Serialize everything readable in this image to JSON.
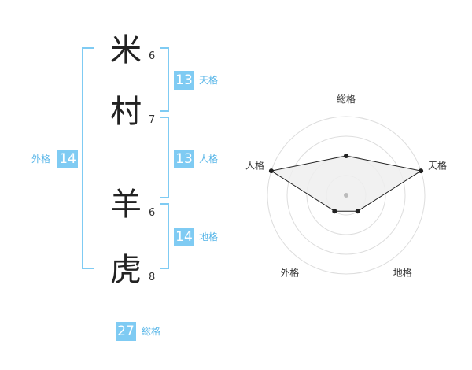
{
  "name": {
    "chars": [
      {
        "char": "米",
        "strokes": "6"
      },
      {
        "char": "村",
        "strokes": "7"
      },
      {
        "char": "羊",
        "strokes": "6"
      },
      {
        "char": "虎",
        "strokes": "8"
      }
    ]
  },
  "kakusu": {
    "tenkaku": {
      "value": "13",
      "label": "天格"
    },
    "jinkaku": {
      "value": "13",
      "label": "人格"
    },
    "chikaku": {
      "value": "14",
      "label": "地格"
    },
    "gaikaku": {
      "value": "14",
      "label": "外格"
    },
    "soukaku": {
      "value": "27",
      "label": "総格"
    }
  },
  "chart_data": {
    "type": "radar",
    "axes": [
      "総格",
      "天格",
      "地格",
      "外格",
      "人格"
    ],
    "values": [
      2,
      4,
      1,
      1,
      4
    ],
    "max": 4,
    "rings": 4,
    "colors": {
      "fill": "#eeeeee",
      "line": "#222222",
      "grid": "#dddddd",
      "center": "#bbbbbb"
    }
  }
}
